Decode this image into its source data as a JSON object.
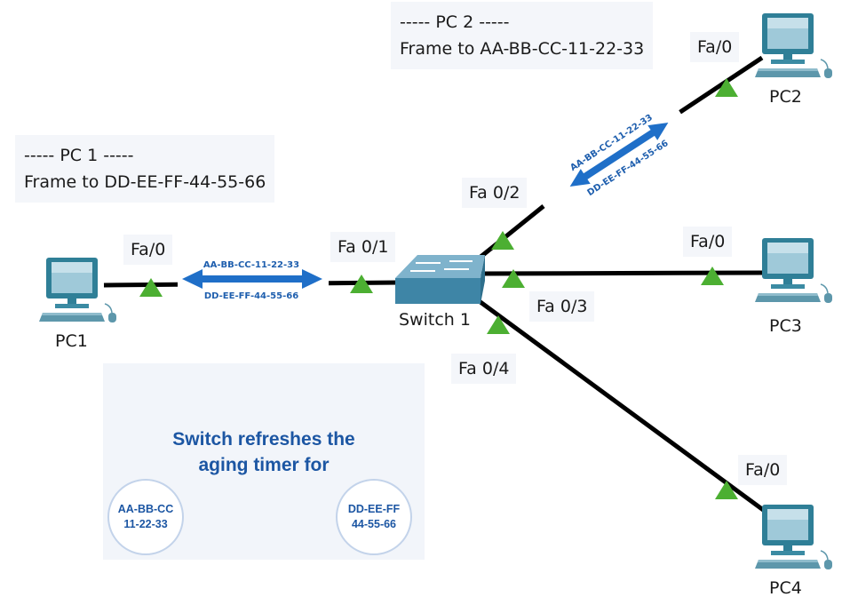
{
  "notes": {
    "pc1": {
      "header": "----- PC 1 -----",
      "frame": "Frame to DD-EE-FF-44-55-66"
    },
    "pc2": {
      "header": "----- PC 2 -----",
      "frame": "Frame to AA-BB-CC-11-22-33"
    }
  },
  "devices": {
    "pc1": "PC1",
    "pc2": "PC2",
    "pc3": "PC3",
    "pc4": "PC4",
    "switch": "Switch 1"
  },
  "ports": {
    "pc1": "Fa/0",
    "pc2": "Fa/0",
    "pc3": "Fa/0",
    "pc4": "Fa/0",
    "sw_pc1": "Fa 0/1",
    "sw_pc2": "Fa 0/2",
    "sw_pc3": "Fa 0/3",
    "sw_pc4": "Fa 0/4"
  },
  "links": {
    "pc1": {
      "top": "AA-BB-CC-11-22-33",
      "bottom": "DD-EE-FF-44-55-66"
    },
    "pc2": {
      "top": "AA-BB-CC-11-22-33",
      "bottom": "DD-EE-FF-44-55-66"
    }
  },
  "info": {
    "line1": "Switch refreshes the",
    "line2": "aging timer for",
    "from_l1": "AA-BB-CC",
    "from_l2": "11-22-33",
    "to_l1": "DD-EE-FF",
    "to_l2": "44-55-66"
  },
  "colors": {
    "link": "#000000",
    "port_marker": "#4caf32",
    "arrow": "#1f6fc8",
    "info_text": "#1c56a3",
    "switch": "#4a8fb0"
  }
}
